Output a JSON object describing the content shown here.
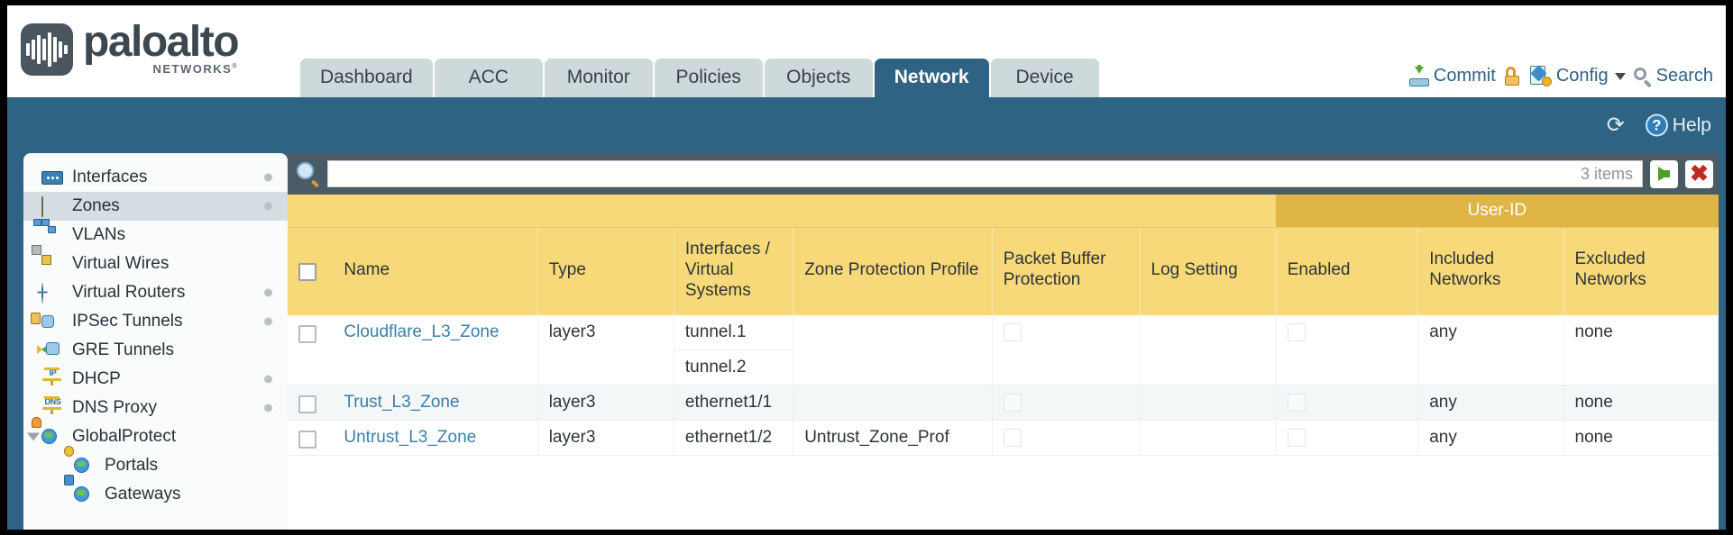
{
  "brand": {
    "name": "paloalto",
    "tagline": "NETWORKS",
    "trademark": "®"
  },
  "nav": {
    "tabs": [
      {
        "label": "Dashboard",
        "active": false
      },
      {
        "label": "ACC",
        "active": false
      },
      {
        "label": "Monitor",
        "active": false
      },
      {
        "label": "Policies",
        "active": false
      },
      {
        "label": "Objects",
        "active": false
      },
      {
        "label": "Network",
        "active": true
      },
      {
        "label": "Device",
        "active": false
      }
    ]
  },
  "top_actions": {
    "commit": "Commit",
    "lock_icon": "padlock-icon",
    "config": "Config",
    "search": "Search"
  },
  "blue_band": {
    "refresh_icon": "refresh-icon",
    "help": "Help"
  },
  "sidebar": {
    "items": [
      {
        "label": "Interfaces",
        "icon": "interfaces-icon",
        "selected": false,
        "dot": true,
        "indent": false,
        "expander": false
      },
      {
        "label": "Zones",
        "icon": "zones-icon",
        "selected": true,
        "dot": true,
        "indent": false,
        "expander": false
      },
      {
        "label": "VLANs",
        "icon": "vlans-icon",
        "selected": false,
        "dot": false,
        "indent": false,
        "expander": false
      },
      {
        "label": "Virtual Wires",
        "icon": "virtual-wires-icon",
        "selected": false,
        "dot": false,
        "indent": false,
        "expander": false
      },
      {
        "label": "Virtual Routers",
        "icon": "virtual-routers-icon",
        "selected": false,
        "dot": true,
        "indent": false,
        "expander": false
      },
      {
        "label": "IPSec Tunnels",
        "icon": "ipsec-tunnels-icon",
        "selected": false,
        "dot": true,
        "indent": false,
        "expander": false
      },
      {
        "label": "GRE Tunnels",
        "icon": "gre-tunnels-icon",
        "selected": false,
        "dot": false,
        "indent": false,
        "expander": false
      },
      {
        "label": "DHCP",
        "icon": "dhcp-icon",
        "selected": false,
        "dot": true,
        "indent": false,
        "expander": false
      },
      {
        "label": "DNS Proxy",
        "icon": "dns-proxy-icon",
        "selected": false,
        "dot": true,
        "indent": false,
        "expander": false
      },
      {
        "label": "GlobalProtect",
        "icon": "globalprotect-icon",
        "selected": false,
        "dot": false,
        "indent": false,
        "expander": true
      },
      {
        "label": "Portals",
        "icon": "portals-icon",
        "selected": false,
        "dot": false,
        "indent": true,
        "expander": false
      },
      {
        "label": "Gateways",
        "icon": "gateways-icon",
        "selected": false,
        "dot": false,
        "indent": true,
        "expander": false
      }
    ]
  },
  "search": {
    "icon": "search-magnifier-icon",
    "value": "",
    "items_count": "3 items",
    "apply_icon": "apply-arrow-icon",
    "clear_icon": "clear-x-icon"
  },
  "table": {
    "group_headers": [
      {
        "label": "User-ID",
        "span": 3
      }
    ],
    "columns": [
      "Name",
      "Type",
      "Interfaces / Virtual Systems",
      "Zone Protection Profile",
      "Packet Buffer Protection",
      "Log Setting",
      "Enabled",
      "Included Networks",
      "Excluded Networks"
    ],
    "rows": [
      {
        "name": "Cloudflare_L3_Zone",
        "type": "layer3",
        "interfaces": [
          "tunnel.1",
          "tunnel.2"
        ],
        "zone_protection_profile": "",
        "packet_buffer_protection": false,
        "log_setting": "",
        "enabled": false,
        "included_networks": "any",
        "excluded_networks": "none"
      },
      {
        "name": "Trust_L3_Zone",
        "type": "layer3",
        "interfaces": [
          "ethernet1/1"
        ],
        "zone_protection_profile": "",
        "packet_buffer_protection": false,
        "log_setting": "",
        "enabled": false,
        "included_networks": "any",
        "excluded_networks": "none"
      },
      {
        "name": "Untrust_L3_Zone",
        "type": "layer3",
        "interfaces": [
          "ethernet1/2"
        ],
        "zone_protection_profile": "Untrust_Zone_Prof",
        "packet_buffer_protection": false,
        "log_setting": "",
        "enabled": false,
        "included_networks": "any",
        "excluded_networks": "none"
      }
    ]
  },
  "colors": {
    "brand_blue": "#2e6384",
    "header_yellow": "#f7d979",
    "group_yellow": "#dfb545",
    "link_blue": "#3a7fa8",
    "panel_dark": "#4b5b66"
  }
}
